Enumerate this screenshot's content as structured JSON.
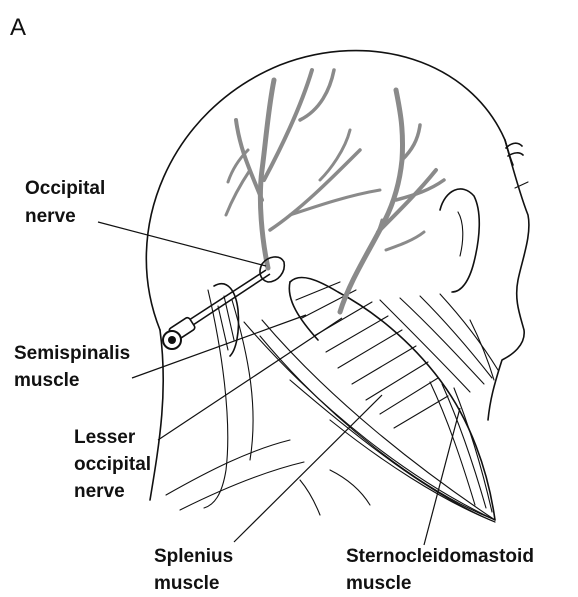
{
  "panel_label": "A",
  "labels": {
    "occipital_nerve": [
      "Occipital",
      "nerve"
    ],
    "semispinalis_muscle": [
      "Semispinalis",
      "muscle"
    ],
    "lesser_occipital_nerve": [
      "Lesser",
      "occipital",
      "nerve"
    ],
    "splenius_muscle": [
      "Splenius",
      "muscle"
    ],
    "sternocleidomastoid_muscle": [
      "Sternocleidomastoid",
      "muscle"
    ]
  },
  "colors": {
    "line": "#111111",
    "nerve": "#8a8a8a",
    "background": "#ffffff"
  }
}
